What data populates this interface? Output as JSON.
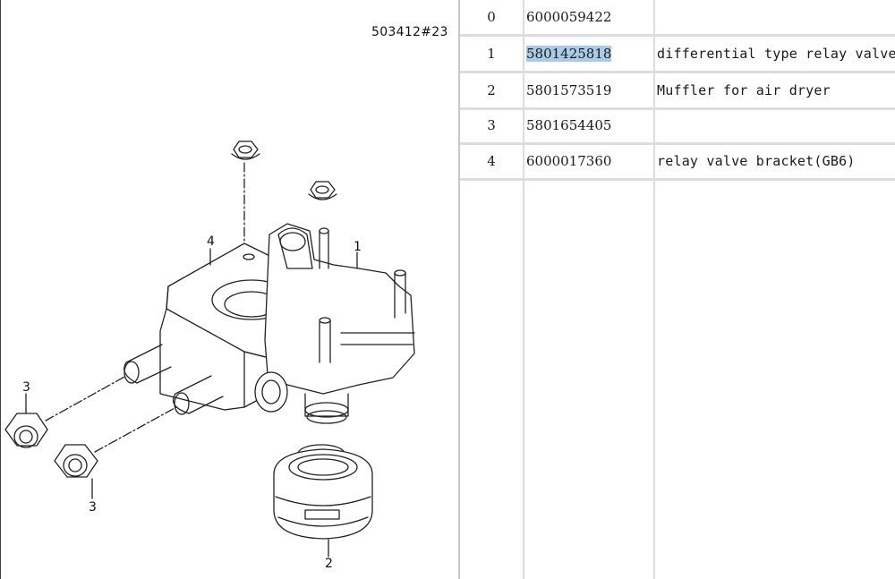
{
  "diagram": {
    "code": "503412#23",
    "callouts": [
      "1",
      "2",
      "3",
      "3",
      "4"
    ]
  },
  "table": {
    "rows": [
      {
        "index": "0",
        "part_number": "6000059422",
        "description": ""
      },
      {
        "index": "1",
        "part_number": "5801425818",
        "description": "differential type relay valve",
        "selected": true
      },
      {
        "index": "2",
        "part_number": "5801573519",
        "description": "Muffler for air dryer"
      },
      {
        "index": "3",
        "part_number": "5801654405",
        "description": ""
      },
      {
        "index": "4",
        "part_number": "6000017360",
        "description": "relay valve bracket(GB6)"
      }
    ]
  },
  "colors": {
    "selection_highlight": "#a9cbe8",
    "grid_line": "#dddddd"
  }
}
